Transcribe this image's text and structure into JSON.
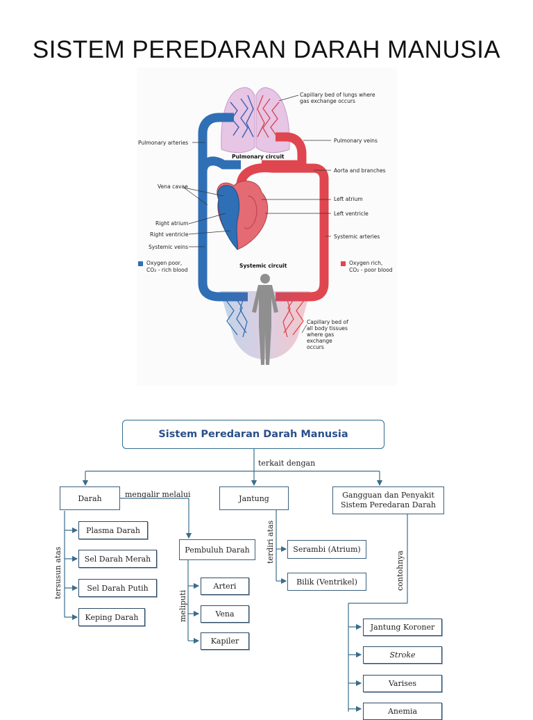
{
  "page": {
    "title": "SISTEM PEREDARAN DARAH MANUSIA"
  },
  "illustration": {
    "labels": {
      "capillary_lungs": "Capillary bed of lungs where gas exchange occurs",
      "pulmonary_arteries": "Pulmonary arteries",
      "pulmonary_veins": "Pulmonary veins",
      "pulmonary_circuit": "Pulmonary circuit",
      "aorta": "Aorta and branches",
      "vena_cavae": "Vena cavae",
      "left_atrium": "Left atrium",
      "left_ventricle": "Left ventricle",
      "right_atrium": "Right atrium",
      "right_ventricle": "Right ventricle",
      "systemic_arteries": "Systemic arteries",
      "systemic_veins": "Systemic veins",
      "systemic_circuit": "Systemic circuit",
      "legend_poor_1": "Oxygen poor,",
      "legend_poor_2": "CO₂ - rich blood",
      "legend_rich_1": "Oxygen rich,",
      "legend_rich_2": "CO₂ - poor blood",
      "capillary_body": "Capillary bed of all body tissues where gas exchange occurs"
    },
    "colors": {
      "oxygen_poor": "#2f6fb5",
      "oxygen_rich": "#e0464f"
    }
  },
  "concept_map": {
    "root": "Sistem Peredaran Darah Manusia",
    "root_link": "terkait dengan",
    "branches": {
      "darah": "Darah",
      "jantung": "Jantung",
      "gangguan": "Gangguan dan Penyakit Sistem Peredaran Darah"
    },
    "links": {
      "mengalir": "mengalir melalui",
      "tersusun": "tersusun atas",
      "terdiri": "terdiri atas",
      "meliputi": "meliputi",
      "contohnya": "contohnya"
    },
    "darah_items": [
      "Plasma Darah",
      "Sel Darah Merah",
      "Sel Darah Putih",
      "Keping Darah"
    ],
    "pembuluh": "Pembuluh Darah",
    "pembuluh_items": [
      "Arteri",
      "Vena",
      "Kapiler"
    ],
    "jantung_items": [
      "Serambi (Atrium)",
      "Bilik (Ventrikel)"
    ],
    "penyakit_items": [
      "Jantung Koroner",
      "Stroke",
      "Varises",
      "Anemia"
    ]
  }
}
